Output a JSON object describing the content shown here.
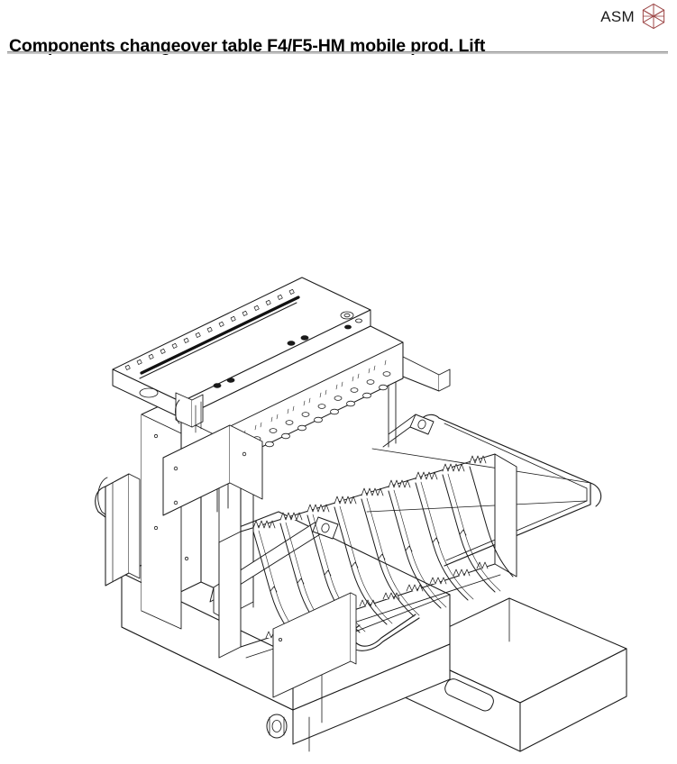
{
  "document": {
    "title": "Components changeover table F4/F5-HM mobile prod. Lift",
    "brand_name": "ASM",
    "brand_mark_icon": "hexagon-cube-logo-icon",
    "brand_mark_color": "#9e4a4a",
    "rule_color": "#8f8f8f",
    "background_color": "#ffffff",
    "text_color": "#000000"
  },
  "figure": {
    "name": "isometric-line-drawing",
    "caption": "",
    "description_icon": "technical-drawing-icon",
    "line_color": "#1a1a1a",
    "fill_color": "#ffffff",
    "components": [
      {
        "name": "upper-gantry-rail-assembly"
      },
      {
        "name": "drilled-index-bar"
      },
      {
        "name": "feeder-slot-rack"
      },
      {
        "name": "curved-guide-rails"
      },
      {
        "name": "left-side-panel"
      },
      {
        "name": "support-column"
      },
      {
        "name": "tubular-push-handle"
      },
      {
        "name": "caster-wheel"
      },
      {
        "name": "base-drawer"
      },
      {
        "name": "drawer-handle-cutout"
      },
      {
        "name": "right-shelf-frame"
      }
    ]
  }
}
